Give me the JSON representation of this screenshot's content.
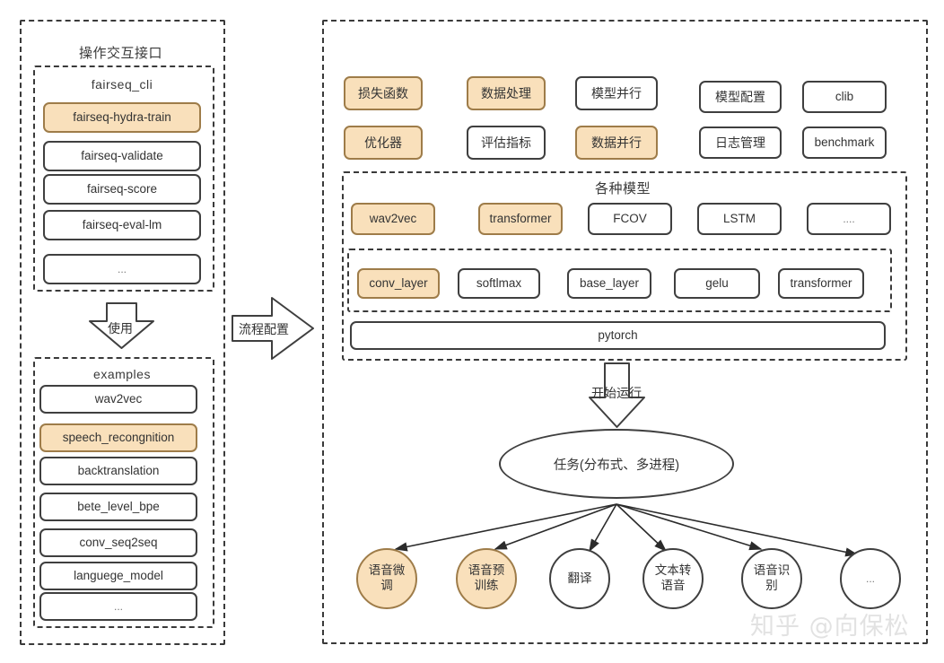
{
  "left_panel": {
    "title": "操作交互接口",
    "cli_group": {
      "title": "fairseq_cli",
      "items": [
        {
          "label": "fairseq-hydra-train",
          "highlight": true
        },
        {
          "label": "fairseq-validate",
          "highlight": false
        },
        {
          "label": "fairseq-score",
          "highlight": false
        },
        {
          "label": "fairseq-eval-lm",
          "highlight": false
        },
        {
          "label": "...",
          "highlight": false
        }
      ]
    },
    "use_arrow_label": "使用",
    "examples_group": {
      "title": "examples",
      "items": [
        {
          "label": "wav2vec",
          "highlight": false
        },
        {
          "label": "speech_recongnition",
          "highlight": true
        },
        {
          "label": "backtranslation",
          "highlight": false
        },
        {
          "label": "bete_level_bpe",
          "highlight": false
        },
        {
          "label": "conv_seq2seq",
          "highlight": false
        },
        {
          "label": "languege_model",
          "highlight": false
        },
        {
          "label": "...",
          "highlight": false
        }
      ]
    }
  },
  "connector": {
    "label": "流程配置"
  },
  "right_panel": {
    "config_grid": {
      "row1": [
        {
          "label": "损失函数",
          "highlight": true,
          "cn": true
        },
        {
          "label": "数据处理",
          "highlight": true,
          "cn": true
        },
        {
          "label": "模型并行",
          "highlight": false,
          "cn": true
        },
        {
          "label": "模型配置",
          "highlight": false,
          "cn": true
        },
        {
          "label": "clib",
          "highlight": false,
          "cn": false
        }
      ],
      "row2": [
        {
          "label": "优化器",
          "highlight": true,
          "cn": true
        },
        {
          "label": "评估指标",
          "highlight": false,
          "cn": true
        },
        {
          "label": "数据并行",
          "highlight": true,
          "cn": true
        },
        {
          "label": "日志管理",
          "highlight": false,
          "cn": true
        },
        {
          "label": "benchmark",
          "highlight": false,
          "cn": false
        }
      ]
    },
    "models_group": {
      "title": "各种模型",
      "models": [
        {
          "label": "wav2vec",
          "highlight": true
        },
        {
          "label": "transformer",
          "highlight": true
        },
        {
          "label": "FCOV",
          "highlight": false
        },
        {
          "label": "LSTM",
          "highlight": false
        },
        {
          "label": "....",
          "highlight": false
        }
      ],
      "layers": [
        {
          "label": "conv_layer",
          "highlight": true
        },
        {
          "label": "softlmax",
          "highlight": false
        },
        {
          "label": "base_layer",
          "highlight": false
        },
        {
          "label": "gelu",
          "highlight": false
        },
        {
          "label": "transformer",
          "highlight": false
        }
      ],
      "framework": {
        "label": "pytorch",
        "highlight": false
      }
    },
    "run_arrow_label": "开始运行",
    "task_node": {
      "label": "任务(分布式、多进程)"
    },
    "tasks": [
      {
        "label": "语音微\n调",
        "highlight": true
      },
      {
        "label": "语音预\n训练",
        "highlight": true
      },
      {
        "label": "翻译",
        "highlight": false
      },
      {
        "label": "文本转\n语音",
        "highlight": false
      },
      {
        "label": "语音识\n别",
        "highlight": false
      },
      {
        "label": "...",
        "highlight": false
      }
    ]
  },
  "watermark": {
    "text": "知乎 @向保松"
  },
  "colors": {
    "highlight_fill": "#f9e0bb",
    "highlight_stroke": "#9e7c49",
    "box_stroke": "#3f3f3f",
    "dash_stroke": "#3a3a3a",
    "watermark": "#e2e2e2"
  }
}
